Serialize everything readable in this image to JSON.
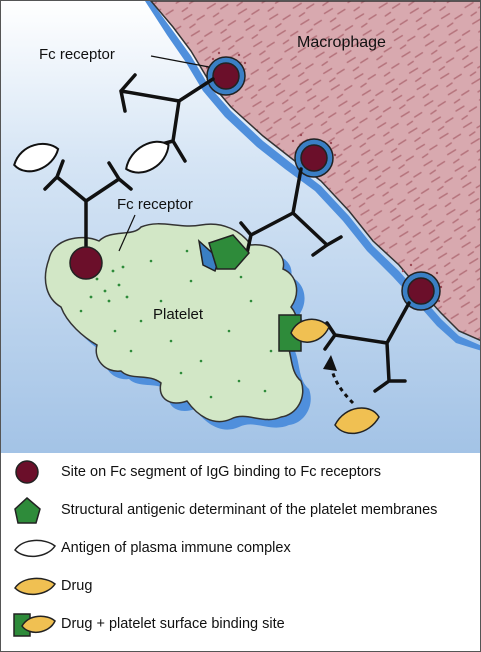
{
  "labels": {
    "fc_receptor_macrophage": "Fc receptor",
    "macrophage": "Macrophage",
    "fc_receptor_platelet": "Fc receptor",
    "platelet": "Platelet"
  },
  "legend": [
    {
      "symbol": "fc-site",
      "text": "Site on Fc segment of IgG binding to Fc receptors"
    },
    {
      "symbol": "antigenic-determinant",
      "text": "Structural antigenic determinant of the platelet membranes"
    },
    {
      "symbol": "immune-complex-antigen",
      "text": "Antigen of plasma immune complex"
    },
    {
      "symbol": "drug",
      "text": "Drug"
    },
    {
      "symbol": "drug-binding-site",
      "text": "Drug + platelet surface binding site"
    }
  ],
  "colors": {
    "background_top": "#ffffff",
    "background_blue": "#a9c8ea",
    "macrophage_fill": "#d8a8ae",
    "macrophage_texture": "#b07078",
    "platelet_fill": "#cfe5c4",
    "platelet_dots": "#2e8b3a",
    "fc_site": "#6b0f2a",
    "receptor_ring": "#3a7fc4",
    "determinant": "#2e8b3a",
    "drug": "#f0c052",
    "shadow": "#5a9ae0"
  }
}
